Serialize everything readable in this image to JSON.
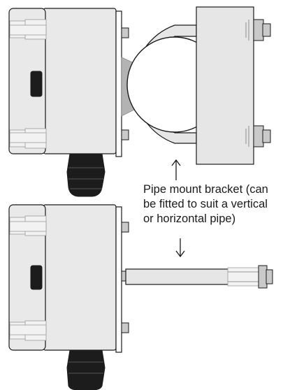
{
  "caption": {
    "lines": [
      "Pipe mount bracket (can",
      "be fitted to suit a vertical",
      "or horizontal pipe)"
    ]
  },
  "colors": {
    "housing_fill": "#e9e9e9",
    "outline": "#1a1a1a",
    "gland_fill": "#1c1c1c",
    "connector_fill": "#f2f2f2",
    "clamp_fill": "#e6e6e6",
    "bracket_shade": "#b3b3b3",
    "bolt_fill": "#c9c9c9",
    "background": "#ffffff"
  },
  "icons": {
    "up_arrow": "arrow-up-icon",
    "down_arrow": "arrow-down-icon"
  }
}
